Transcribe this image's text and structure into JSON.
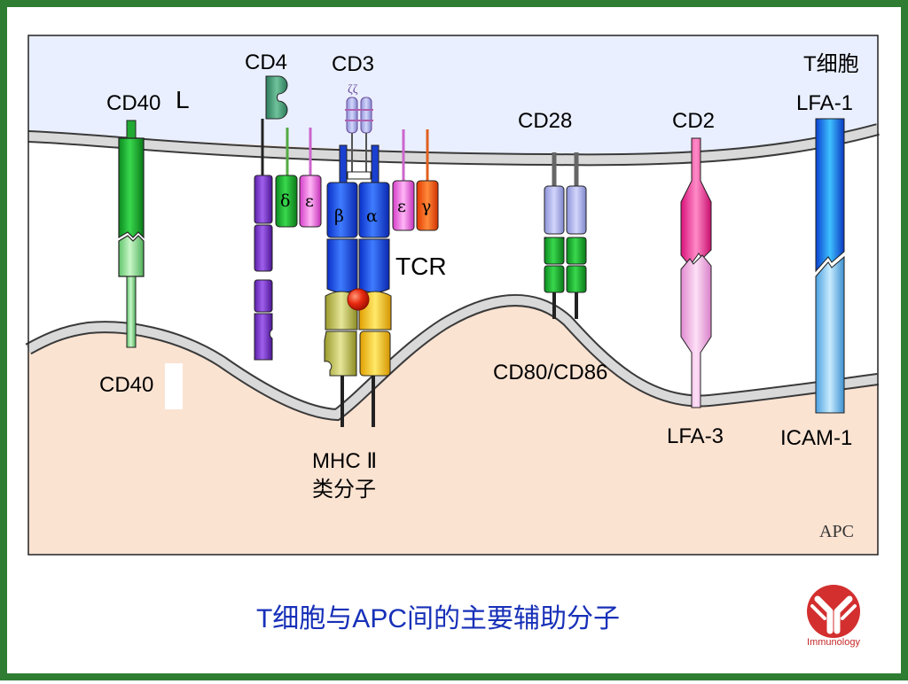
{
  "colors": {
    "frame": "#2e7d32",
    "cell_t": "#eaf0ff",
    "cell_apc": "#fbe4d4",
    "title": "#1730b8",
    "logo": "#d32f2f"
  },
  "labels": {
    "t_cell": "T细胞",
    "apc": "APC",
    "cd40l_a": "CD40",
    "cd40l_b": "L",
    "cd40": "CD40",
    "cd4": "CD4",
    "cd3": "CD3",
    "zeta": "ζζ",
    "delta": "δ",
    "epsilon1": "ε",
    "beta": "β",
    "alpha": "α",
    "epsilon2": "ε",
    "gamma": "γ",
    "tcr": "TCR",
    "mhc_line1": "MHC  Ⅱ",
    "mhc_line2": "类分子",
    "cd28": "CD28",
    "cd80_86": "CD80/CD86",
    "cd2": "CD2",
    "lfa3": "LFA-3",
    "lfa1": "LFA-1",
    "icam1": "ICAM-1"
  },
  "title": "T细胞与APC间的主要辅助分子",
  "logo_text": "Immunology"
}
